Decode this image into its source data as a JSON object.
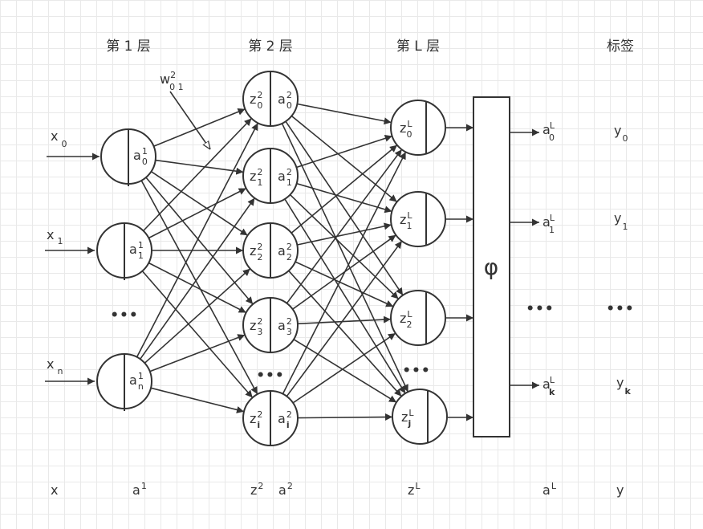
{
  "headers": {
    "layer1": "第 1 层",
    "layer2": "第 2 层",
    "layerL": "第 L 层",
    "labels": "标签"
  },
  "weight": {
    "base": "w",
    "sup": "2",
    "sub": "0 1"
  },
  "inputs": [
    {
      "base": "x",
      "sub": "0"
    },
    {
      "base": "x",
      "sub": "1"
    },
    {
      "base": "x",
      "sub": "n"
    }
  ],
  "layer1": [
    {
      "a": "a",
      "sup": "1",
      "sub": "0"
    },
    {
      "a": "a",
      "sup": "1",
      "sub": "1"
    },
    {
      "a": "a",
      "sup": "1",
      "sub": "n"
    }
  ],
  "layer2": [
    {
      "z": "z",
      "a": "a",
      "sup": "2",
      "sub": "0"
    },
    {
      "z": "z",
      "a": "a",
      "sup": "2",
      "sub": "1"
    },
    {
      "z": "z",
      "a": "a",
      "sup": "2",
      "sub": "2"
    },
    {
      "z": "z",
      "a": "a",
      "sup": "2",
      "sub": "3"
    },
    {
      "z": "z",
      "a": "a",
      "sup": "2",
      "sub": "i"
    }
  ],
  "layerL": [
    {
      "z": "z",
      "sup": "L",
      "sub": "0"
    },
    {
      "z": "z",
      "sup": "L",
      "sub": "1"
    },
    {
      "z": "z",
      "sup": "L",
      "sub": "2"
    },
    {
      "z": "z",
      "sup": "L",
      "sub": "j"
    }
  ],
  "phi": "φ",
  "outputs": [
    {
      "base": "a",
      "sup": "L",
      "sub": "0"
    },
    {
      "base": "a",
      "sup": "L",
      "sub": "1"
    },
    {
      "base": "a",
      "sup": "L",
      "sub": "k"
    }
  ],
  "targets": [
    {
      "base": "y",
      "sub": "0"
    },
    {
      "base": "y",
      "sub": "1"
    },
    {
      "base": "y",
      "sub": "k"
    }
  ],
  "ellipsis": "•••",
  "footer": {
    "x": "x",
    "a1": {
      "base": "a",
      "sup": "1"
    },
    "z2": {
      "base": "z",
      "sup": "2"
    },
    "a2": {
      "base": "a",
      "sup": "2"
    },
    "zL": {
      "base": "z",
      "sup": "L"
    },
    "aL": {
      "base": "a",
      "sup": "L"
    },
    "y": "y"
  }
}
